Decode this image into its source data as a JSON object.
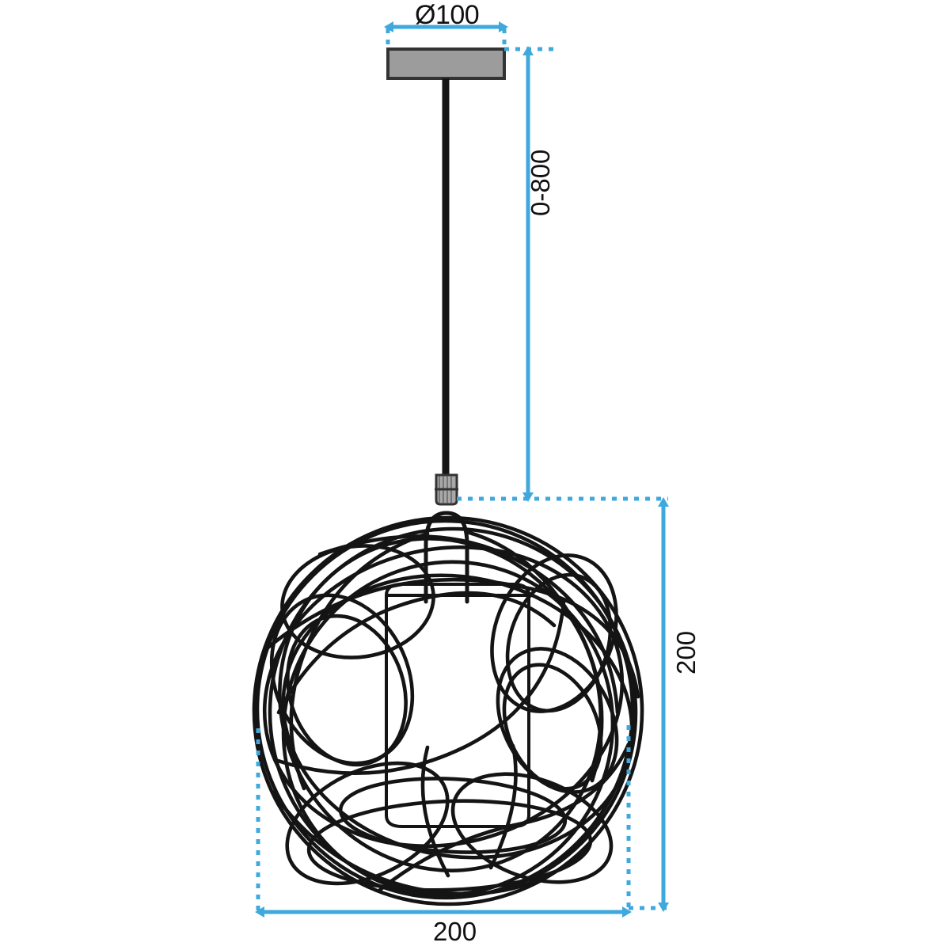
{
  "drawing": {
    "title": "Pendant lamp technical dimension drawing",
    "units": "mm",
    "line_color": "#1a1a1a",
    "dimension_color": "#3fa9dd",
    "plate_fill": "#9c9c9c",
    "plate_stroke": "#333333",
    "grip_fill": "#a8a8a8",
    "background": "#ffffff"
  },
  "dimensions": {
    "canopy_diameter": {
      "label": "Ø100",
      "name": "canopy-diameter",
      "orientation": "horizontal",
      "value": 100,
      "prefix": "Ø"
    },
    "drop_height": {
      "label": "0-800",
      "name": "cable-drop-length",
      "orientation": "vertical",
      "min": 0,
      "max": 800
    },
    "shade_height": {
      "label": "200",
      "name": "shade-height",
      "orientation": "vertical",
      "value": 200
    },
    "shade_width": {
      "label": "200",
      "name": "shade-width",
      "orientation": "horizontal",
      "value": 200
    }
  },
  "parts": {
    "canopy": "ceiling-mount-plate",
    "cable": "suspension-cable",
    "grip": "cable-grip",
    "socket": "lamp-socket",
    "shade": "wire-globe-shade"
  }
}
